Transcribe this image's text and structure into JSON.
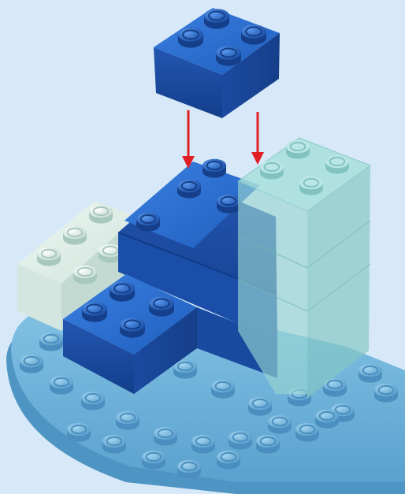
{
  "diagram": {
    "kind": "building-instruction-step",
    "colors": {
      "background": "#d7e9f8",
      "baseplate": "#6fb0d6",
      "brick_blue": "#1f5fbf",
      "brick_white": "#e3efe9",
      "brick_transparent": "#8fd3d0",
      "arrow": "#e01f25"
    },
    "icons": [
      "down-arrow-icon"
    ],
    "parts": [
      {
        "id": "baseplate",
        "type": "round-corner-plate"
      },
      {
        "id": "new-brick",
        "type": "2x2-brick",
        "color": "blue",
        "action": "place"
      },
      {
        "id": "tall-blue-stack",
        "type": "2x4-bricks",
        "color": "blue"
      },
      {
        "id": "front-blue-brick",
        "type": "2x2-brick",
        "color": "blue"
      },
      {
        "id": "white-brick",
        "type": "2x2-brick",
        "color": "white"
      },
      {
        "id": "transparent-stack",
        "type": "2x2-bricks",
        "color": "transparent"
      }
    ]
  }
}
